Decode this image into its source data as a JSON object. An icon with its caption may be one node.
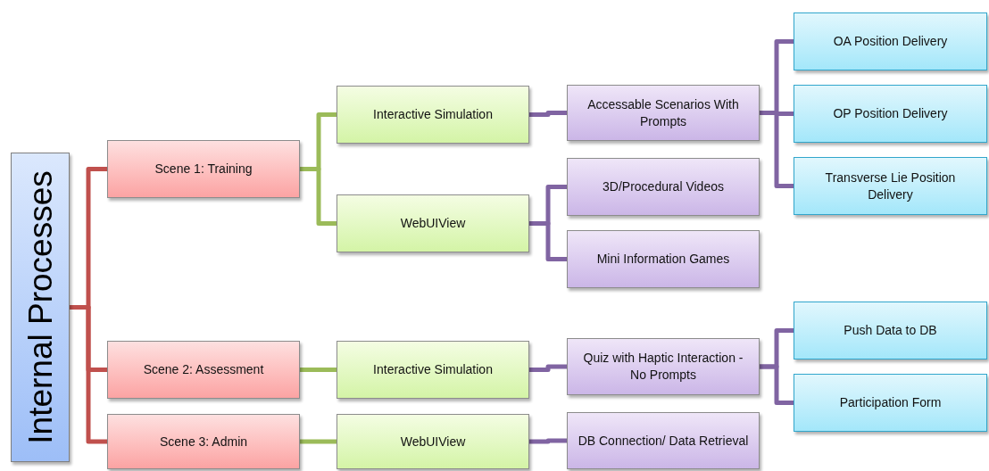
{
  "diagram": {
    "nodes": [
      {
        "text": [
          "Internal Processes"
        ]
      },
      {
        "text": [
          "Scene 1: Training"
        ]
      },
      {
        "text": [
          "Scene 2: Assessment"
        ]
      },
      {
        "text": [
          "Scene 3: Admin"
        ]
      },
      {
        "text": [
          "Interactive Simulation"
        ]
      },
      {
        "text": [
          "WebUIView"
        ]
      },
      {
        "text": [
          "Interactive Simulation"
        ]
      },
      {
        "text": [
          "WebUIView"
        ]
      },
      {
        "text": [
          "Accessable Scenarios With Prompts"
        ]
      },
      {
        "text": [
          "3D/Procedural Videos"
        ]
      },
      {
        "text": [
          "Mini Information Games"
        ]
      },
      {
        "text": [
          "Quiz with Haptic Interaction - No Prompts"
        ]
      },
      {
        "text": [
          "DB Connection/ Data Retrieval"
        ]
      },
      {
        "text": [
          "OA Position Delivery"
        ]
      },
      {
        "text": [
          "OP Position Delivery"
        ]
      },
      {
        "text": [
          "Transverse Lie Position Delivery"
        ]
      },
      {
        "text": [
          "Push Data to DB"
        ]
      },
      {
        "text": [
          "Participation Form"
        ]
      }
    ],
    "edges": [
      {
        "from": 0,
        "to": 1,
        "arrow": "none",
        "color": "#c0504d"
      },
      {
        "from": 0,
        "to": 2,
        "arrow": "none",
        "color": "#c0504d"
      },
      {
        "from": 0,
        "to": 3,
        "arrow": "none",
        "color": "#c0504d"
      },
      {
        "from": 1,
        "to": 4,
        "arrow": "none",
        "color": "#9bbb59"
      },
      {
        "from": 1,
        "to": 5,
        "arrow": "none",
        "color": "#9bbb59"
      },
      {
        "from": 2,
        "to": 6,
        "arrow": "none",
        "color": "#9bbb59"
      },
      {
        "from": 3,
        "to": 7,
        "arrow": "none",
        "color": "#9bbb59"
      },
      {
        "from": 4,
        "to": 8,
        "arrow": "none"
      },
      {
        "from": 5,
        "to": 9,
        "arrow": "none"
      },
      {
        "from": 5,
        "to": 10,
        "arrow": "none"
      },
      {
        "from": 6,
        "to": 11,
        "arrow": "none"
      },
      {
        "from": 7,
        "to": 12,
        "arrow": "none"
      },
      {
        "from": 8,
        "to": 13,
        "arrow": "none"
      },
      {
        "from": 8,
        "to": 14,
        "arrow": "none"
      },
      {
        "from": 8,
        "to": 15,
        "arrow": "none"
      },
      {
        "from": 11,
        "to": 16,
        "arrow": "none"
      },
      {
        "from": 11,
        "to": 17,
        "arrow": "none"
      }
    ]
  }
}
